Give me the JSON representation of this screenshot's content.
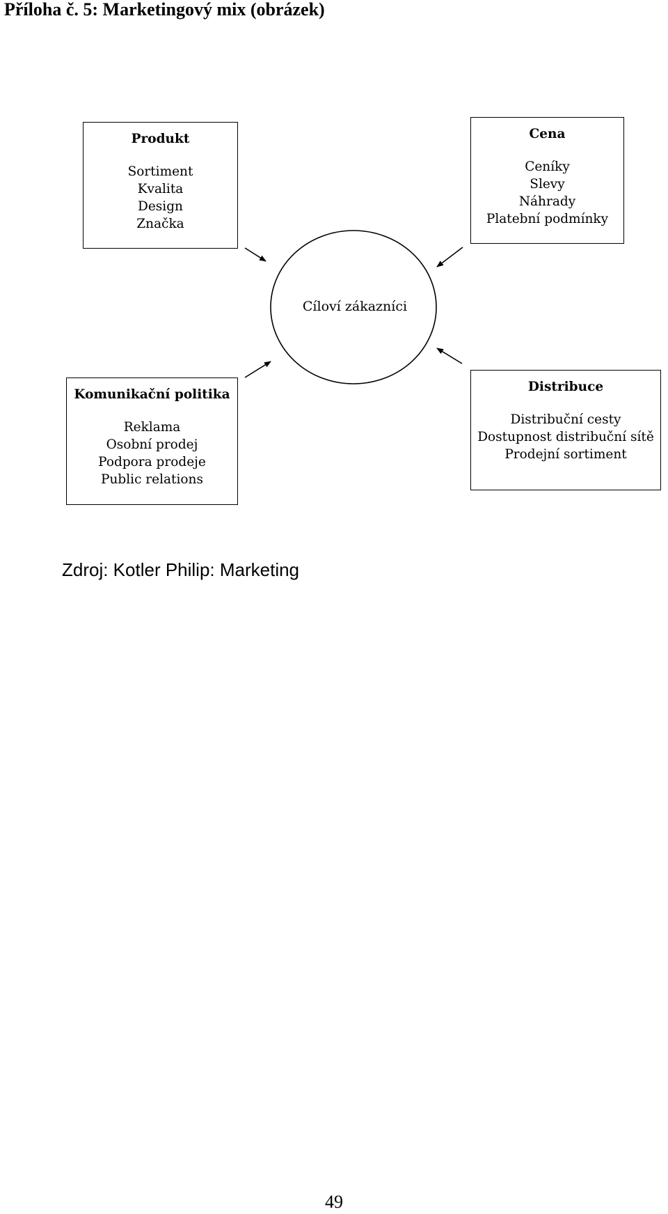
{
  "document": {
    "heading": "Příloha č. 5: Marketingový mix (obrázek)",
    "source_note": "Zdroj: Kotler Philip: Marketing",
    "page_number": "49"
  },
  "diagram": {
    "center": "Cíloví zákazníci",
    "boxes": {
      "produkt": {
        "title": "Produkt",
        "items": [
          "Sortiment",
          "Kvalita",
          "Design",
          "Značka"
        ]
      },
      "cena": {
        "title": "Cena",
        "items": [
          "Ceníky",
          "Slevy",
          "Náhrady",
          "Platební podmínky"
        ]
      },
      "komunikace": {
        "title": "Komunikační politika",
        "items": [
          "Reklama",
          "Osobní prodej",
          "Podpora prodeje",
          "Public relations"
        ]
      },
      "distribuce": {
        "title": "Distribuce",
        "items": [
          "Distribuční cesty",
          "Dostupnost distribuční sítě",
          "Prodejní sortiment"
        ]
      }
    }
  }
}
